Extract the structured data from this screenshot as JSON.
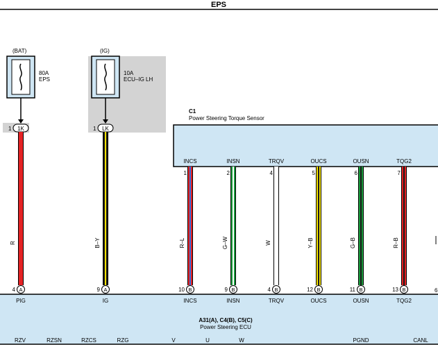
{
  "title": "EPS",
  "fuses": [
    {
      "supply": "(BAT)",
      "rating": "80A",
      "name": "EPS",
      "pin": "1",
      "connector": "1K",
      "shaded": false
    },
    {
      "supply": "(IG)",
      "rating": "10A",
      "name": "ECU–IG LH",
      "pin": "1",
      "connector": "LK",
      "shaded": true
    }
  ],
  "fuse_wires": [
    {
      "color_code": "R",
      "ecu_pin": "4",
      "ecu_conn": "A",
      "ecu_label": "PIG",
      "wire_color": "#e52224",
      "stripe_color": null
    },
    {
      "color_code": "B–Y",
      "ecu_pin": "9",
      "ecu_conn": "A",
      "ecu_label": "IG",
      "wire_color": "#1a1a1a",
      "stripe_color": "#f2e100"
    }
  ],
  "sensor": {
    "code": "C1",
    "name": "Power Steering Torque Sensor"
  },
  "sensor_wires": [
    {
      "sensor_pin": "1",
      "sensor_label": "INCS",
      "color_code": "R–L",
      "ecu_pin": "10",
      "ecu_conn": "B",
      "ecu_label": "INCS",
      "wire_color": "#e52224",
      "stripe_color": "#3a6fd8"
    },
    {
      "sensor_pin": "2",
      "sensor_label": "INSN",
      "color_code": "G–W",
      "ecu_pin": "9",
      "ecu_conn": "B",
      "ecu_label": "INSN",
      "wire_color": "#1a9b3c",
      "stripe_color": "#ffffff"
    },
    {
      "sensor_pin": "4",
      "sensor_label": "TRQV",
      "color_code": "W",
      "ecu_pin": "4",
      "ecu_conn": "B",
      "ecu_label": "TRQV",
      "wire_color": "#ffffff",
      "stripe_color": null
    },
    {
      "sensor_pin": "5",
      "sensor_label": "OUCS",
      "color_code": "Y–B",
      "ecu_pin": "12",
      "ecu_conn": "B",
      "ecu_label": "OUCS",
      "wire_color": "#f2e100",
      "stripe_color": "#1a1a1a"
    },
    {
      "sensor_pin": "6",
      "sensor_label": "OUSN",
      "color_code": "G–B",
      "ecu_pin": "11",
      "ecu_conn": "B",
      "ecu_label": "OUSN",
      "wire_color": "#1a9b3c",
      "stripe_color": "#1a1a1a"
    },
    {
      "sensor_pin": "7",
      "sensor_label": "TQG2",
      "color_code": "R–B",
      "ecu_pin": "13",
      "ecu_conn": "B",
      "ecu_label": "TQG2",
      "wire_color": "#e52224",
      "stripe_color": "#1a1a1a"
    }
  ],
  "ecu": {
    "code": "A31(A), C4(B), C5(C)",
    "name": "Power Steering ECU",
    "bottom_labels": [
      "RZV",
      "RZSN",
      "RZCS",
      "RZG",
      "V",
      "U",
      "W",
      "PGND",
      "CANL"
    ]
  },
  "colors": {
    "ecu_fill": "#cfe6f4",
    "panel_shade": "#d3d3d3",
    "fuse_fill": "#cfe6f4"
  }
}
